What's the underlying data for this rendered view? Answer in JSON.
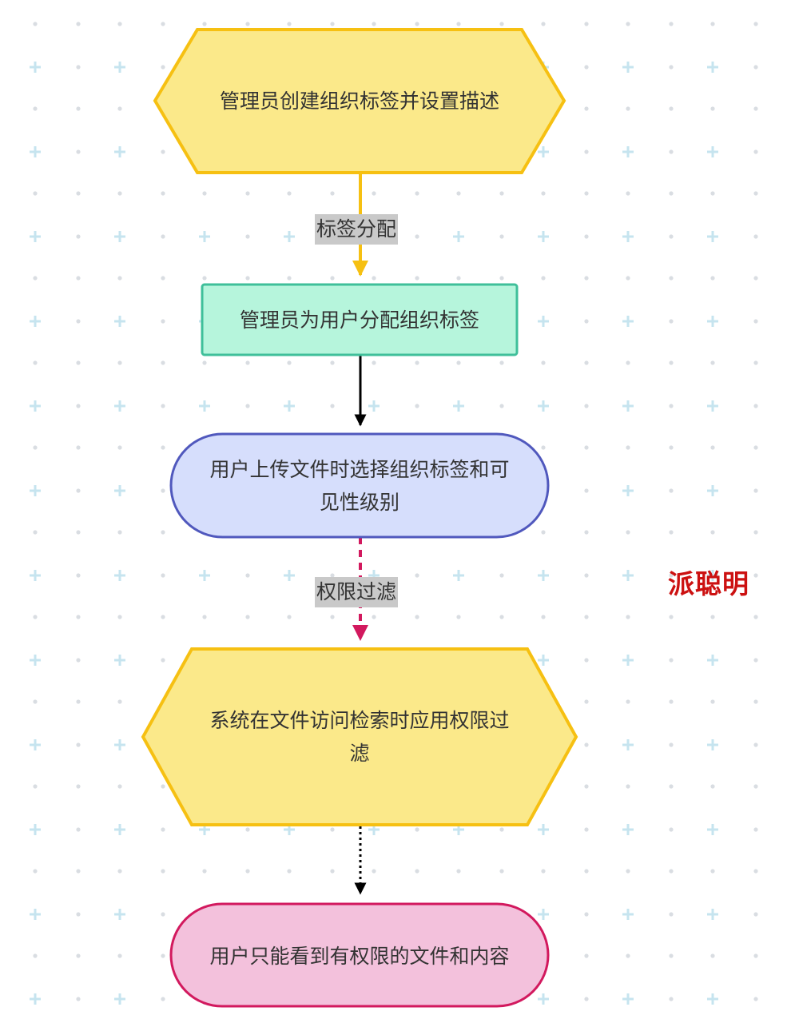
{
  "nodes": {
    "n1": {
      "label": "管理员创建组织标签并设置描述",
      "shape": "hexagon",
      "fill": "#fbe98a",
      "stroke": "#f6c012"
    },
    "n2": {
      "label": "管理员为用户分配组织标签",
      "shape": "rectangle",
      "fill": "#b6f5dc",
      "stroke": "#3fbf9a"
    },
    "n3": {
      "label": "用户上传文件时选择组织标签和可见性级别",
      "shape": "stadium",
      "fill": "#d6defc",
      "stroke": "#5058bd"
    },
    "n4": {
      "label": "系统在文件访问检索时应用权限过滤",
      "shape": "hexagon",
      "fill": "#fbe98a",
      "stroke": "#f6c012"
    },
    "n5": {
      "label": "用户只能看到有权限的文件和内容",
      "shape": "stadium",
      "fill": "#f3c1dc",
      "stroke": "#d2195e"
    }
  },
  "edges": {
    "e1": {
      "from": "n1",
      "to": "n2",
      "label": "标签分配",
      "style": "solid",
      "color": "#f6c012"
    },
    "e2": {
      "from": "n2",
      "to": "n3",
      "label": "",
      "style": "solid",
      "color": "#000000"
    },
    "e3": {
      "from": "n3",
      "to": "n4",
      "label": "权限过滤",
      "style": "dashed",
      "color": "#d2195e"
    },
    "e4": {
      "from": "n4",
      "to": "n5",
      "label": "",
      "style": "dotted",
      "color": "#000000"
    }
  },
  "watermark": {
    "text": "派聪明",
    "color": "#cc1111"
  },
  "background": {
    "dot_color": "#d9dde2",
    "plus_color": "#c6e4ef"
  }
}
